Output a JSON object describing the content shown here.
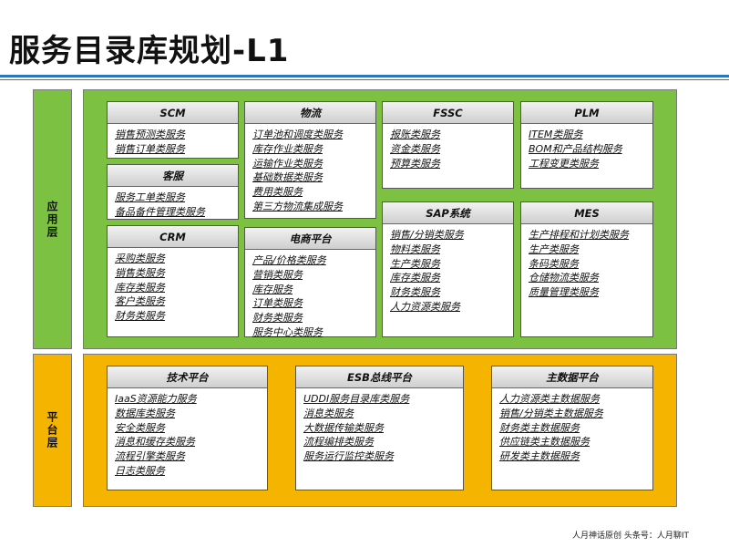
{
  "title": "服务目录库规划-L1",
  "side_labels": {
    "app": "应用层",
    "platform": "平台层"
  },
  "footer": "人月神话原创    头条号：人月聊IT",
  "colors": {
    "app_layer": "#7dc143",
    "platform_layer": "#f4b400",
    "title_rule": "#2e75b6"
  },
  "app_layer": {
    "scm": {
      "title": "SCM",
      "items": [
        "销售预测类服务",
        "销售订单类服务"
      ]
    },
    "kefu": {
      "title": "客服",
      "items": [
        "服务工单类服务",
        "备品备件管理类服务"
      ]
    },
    "crm": {
      "title": "CRM",
      "items": [
        "采购类服务",
        "销售类服务",
        "库存类服务",
        "客户类服务",
        "财务类服务"
      ]
    },
    "wuliu": {
      "title": "物流",
      "items": [
        "订单池和调度类服务",
        "库存作业类服务",
        "运输作业类服务",
        "基础数据类服务",
        "费用类服务",
        "第三方物流集成服务"
      ]
    },
    "dianshang": {
      "title": "电商平台",
      "items": [
        "产品/价格类服务",
        "营销类服务",
        "库存服务",
        "订单类服务",
        "财务类服务",
        "服务中心类服务"
      ]
    },
    "fssc": {
      "title": "FSSC",
      "items": [
        "报账类服务",
        "资金类服务",
        "预算类服务"
      ]
    },
    "sap": {
      "title": "SAP系统",
      "items": [
        "销售/分销类服务",
        "物料类服务",
        "生产类服务",
        "库存类服务",
        "财务类服务",
        "人力资源类服务"
      ]
    },
    "plm": {
      "title": "PLM",
      "items": [
        "ITEM类服务",
        "BOM和产品结构服务",
        "工程变更类服务"
      ]
    },
    "mes": {
      "title": "MES",
      "items": [
        "生产排程和计划类服务",
        "生产类服务",
        "条码类服务",
        "仓储物流类服务",
        "质量管理类服务"
      ]
    }
  },
  "platform_layer": {
    "tech": {
      "title": "技术平台",
      "items": [
        "IaaS资源能力服务",
        "数据库类服务",
        "安全类服务",
        "消息和缓存类服务",
        "流程引擎类服务",
        "日志类服务"
      ]
    },
    "esb": {
      "title": "ESB总线平台",
      "items": [
        "UDDI服务目录库类服务",
        "消息类服务",
        "大数据传输类服务",
        "流程编排类服务",
        "服务运行监控类服务"
      ]
    },
    "mdm": {
      "title": "主数据平台",
      "items": [
        "人力资源类主数据服务",
        "销售/分销类主数据服务",
        "财务类主数据服务",
        "供应链类主数据服务",
        "研发类主数据服务"
      ]
    }
  }
}
